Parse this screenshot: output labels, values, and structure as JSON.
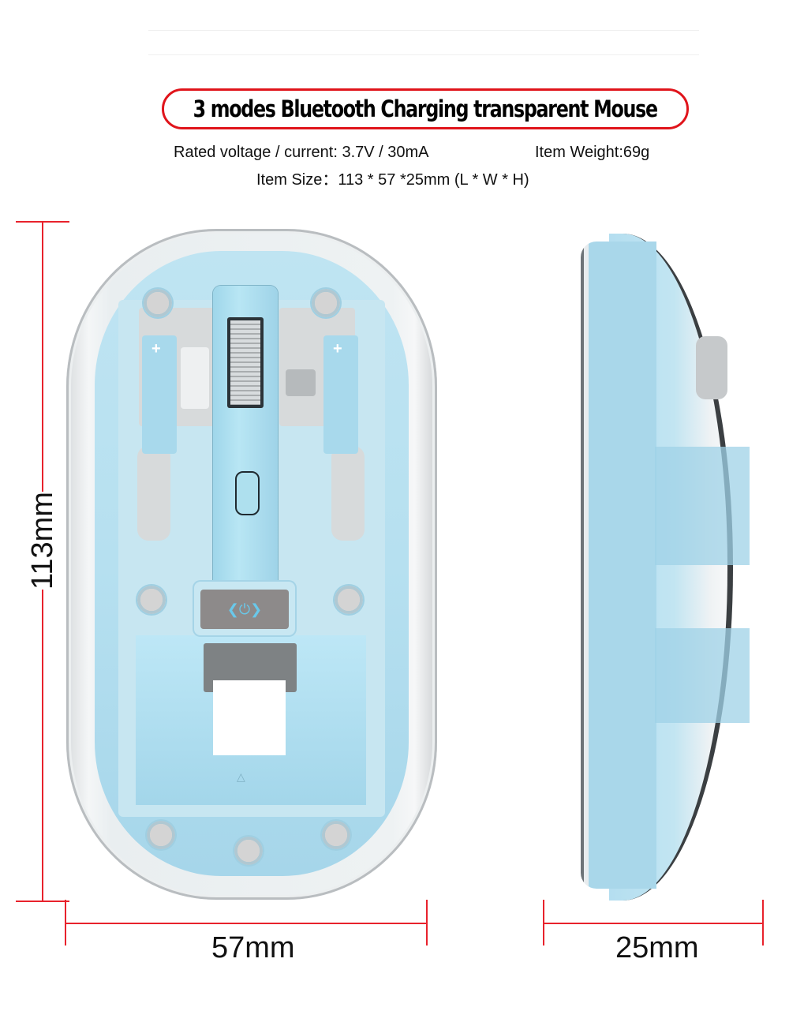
{
  "title": "3 modes Bluetooth Charging transparent Mouse",
  "specs": {
    "voltage_current": "Rated voltage / current: 3.7V / 30mA",
    "weight": "Item Weight:69g",
    "size": "Item Size：113 * 57 *25mm (L * W * H)"
  },
  "dimensions": {
    "length": "113mm",
    "width": "57mm",
    "height": "25mm"
  },
  "colors": {
    "accent_red": "#e0141b",
    "dimension_line": "#e8222c",
    "shell_blue": "#b6e0f0"
  },
  "views": {
    "top": "top-view-transparent-mouse",
    "side": "side-view-transparent-mouse"
  }
}
